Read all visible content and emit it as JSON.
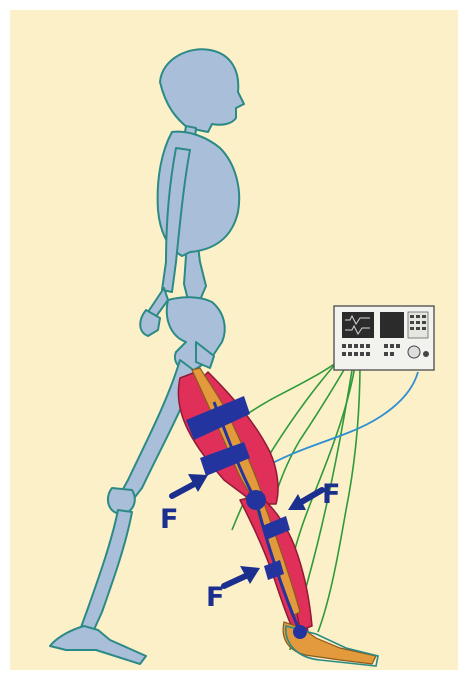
{
  "labels": {
    "force_1": "F",
    "force_2": "F",
    "force_3": "F"
  },
  "colors": {
    "background": "#fbf0c8",
    "skeleton_fill": "#a9bfd9",
    "skeleton_outline": "#2c8a86",
    "muscle": "#e0305a",
    "muscle_outline": "#8f1a35",
    "bone": "#e39a3c",
    "strap": "#24349e",
    "arrow": "#1b2f8f",
    "green_wire": "#2e9a3a",
    "blue_wire": "#2f8fd0",
    "device_body": "#f2f2ef",
    "device_screen": "#2b2b2b"
  },
  "icons": {
    "skeleton": "skeleton-figure-icon",
    "device": "signal-monitor-icon",
    "arrow": "force-arrow-icon"
  }
}
